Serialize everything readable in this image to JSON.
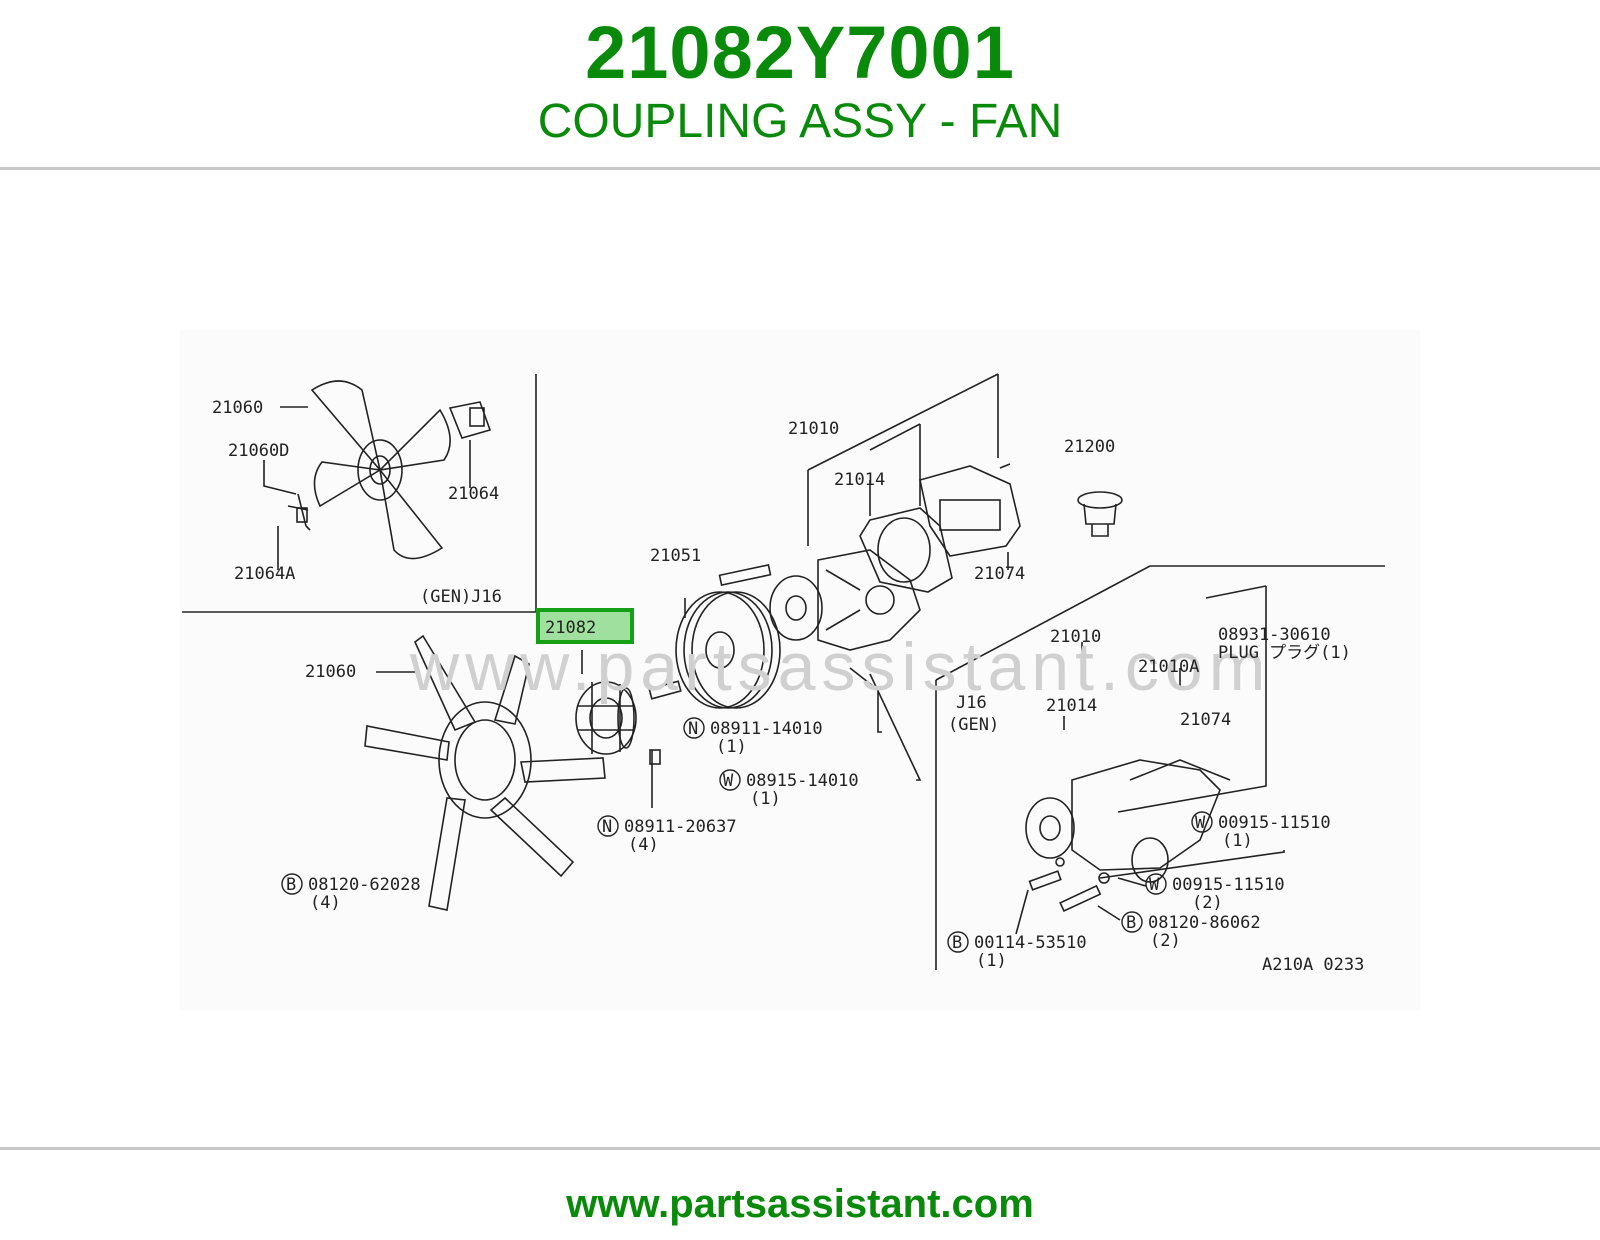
{
  "header": {
    "part_number": "21082Y7001",
    "part_name": "COUPLING ASSY - FAN"
  },
  "diagram": {
    "watermark": "www.partsassistant.com",
    "highlight_color": "#16a016",
    "brand_color": "#0a8a0a",
    "labels": {
      "inset_21060": "21060",
      "inset_21060D": "21060D",
      "inset_21064": "21064",
      "inset_21064A": "21064A",
      "inset_gen": "(GEN)J16",
      "l21082": "21082",
      "l21060": "21060",
      "l21051": "21051",
      "l21010": "21010",
      "l21014": "21014",
      "l21074": "21074",
      "l21200": "21200",
      "n08911_14010": "08911-14010",
      "q1a": "(1)",
      "w08915_14010": "08915-14010",
      "q1b": "(1)",
      "n08911_20637": "08911-20637",
      "q4a": "(4)",
      "b08120_62028": "08120-62028",
      "q4b": "(4)",
      "r21010": "21010",
      "r08931": "08931-30610",
      "r_plug": "PLUG プラグ(1)",
      "r21010A": "21010A",
      "r_j16": "J16",
      "r_gen": "(GEN)",
      "r21014": "21014",
      "r21074": "21074",
      "w00915_a": "00915-11510",
      "q1c": "(1)",
      "w00915_b": "00915-11510",
      "q2a": "(2)",
      "b08120_86062": "08120-86062",
      "q2b": "(2)",
      "b00114": "00114-53510",
      "q1d": "(1)",
      "ref": "A210A 0233",
      "circ_n": "N",
      "circ_w": "W",
      "circ_b": "B"
    }
  },
  "footer": {
    "url": "www.partsassistant.com"
  }
}
